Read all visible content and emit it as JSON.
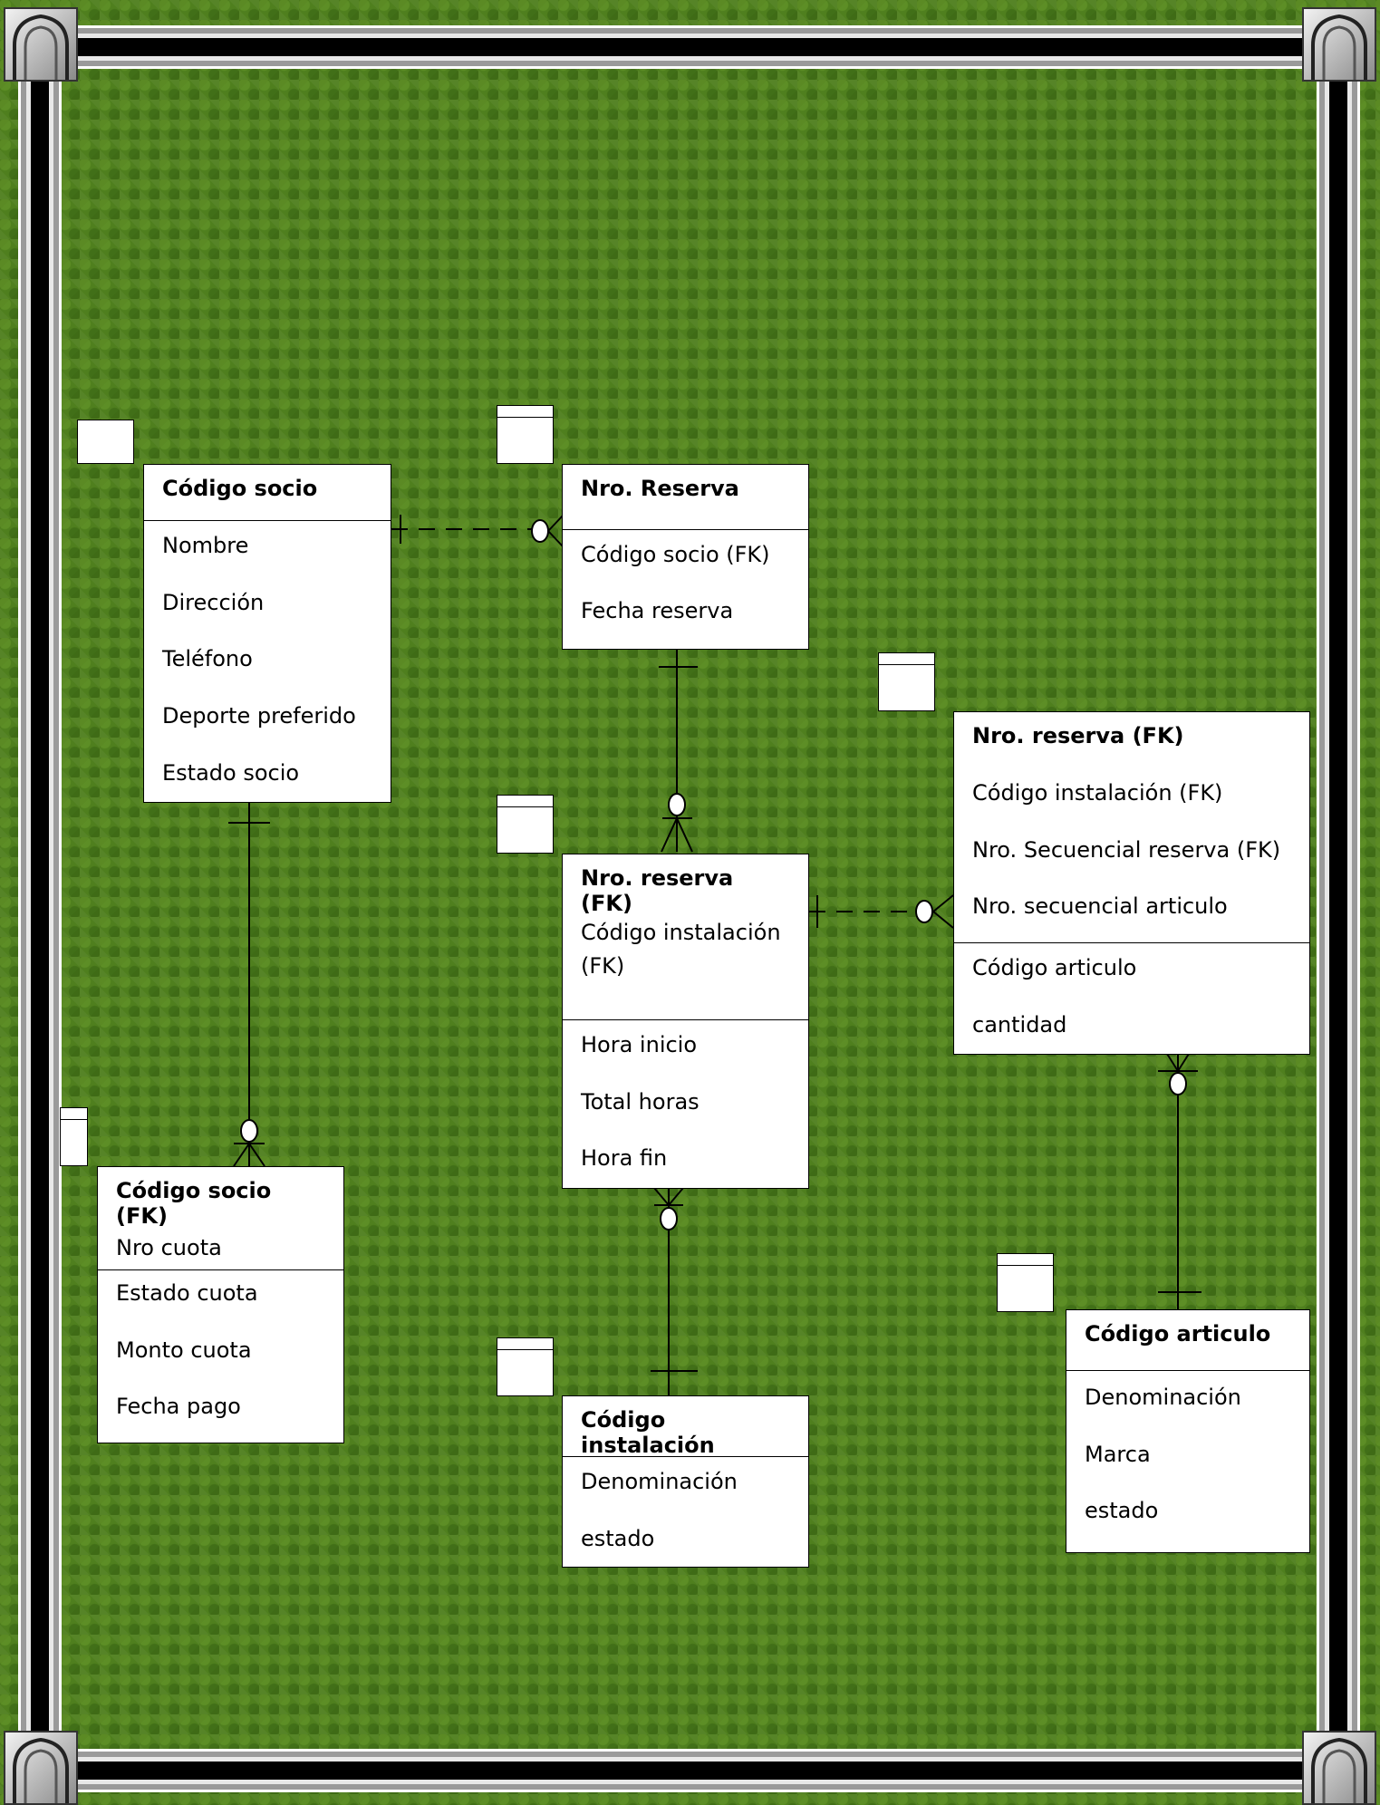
{
  "entities": {
    "socio": {
      "key": "Código socio",
      "attrs": [
        "Nombre",
        "Dirección",
        "Teléfono",
        "Deporte preferido",
        "Estado socio"
      ]
    },
    "reserva": {
      "key": "Nro. Reserva",
      "attrs": [
        "Código socio (FK)",
        "Fecha reserva"
      ]
    },
    "detalle_reserva": {
      "key": "Nro. reserva (FK)",
      "key_attrs": [
        "Código instalación (FK)"
      ],
      "attrs": [
        "Hora inicio",
        "Total horas",
        "Hora fin"
      ]
    },
    "detalle_articulo": {
      "key": "Nro. reserva (FK)",
      "key_attrs": [
        "Código instalación (FK)",
        "Nro. Secuencial reserva (FK)",
        "Nro. secuencial articulo"
      ],
      "attrs": [
        "Código articulo",
        "cantidad"
      ]
    },
    "cuota": {
      "key": "Código socio (FK)",
      "key_attrs": [
        "Nro cuota"
      ],
      "attrs": [
        "Estado cuota",
        "Monto cuota",
        "Fecha pago"
      ]
    },
    "instalacion": {
      "key": "Código instalación",
      "attrs": [
        "Denominación",
        "estado"
      ]
    },
    "articulo": {
      "key": "Código articulo",
      "attrs": [
        "Denominación",
        "Marca",
        "estado"
      ]
    }
  },
  "colors": {
    "background": "#4f7f1e",
    "entity_fill": "#ffffff",
    "line": "#000000"
  }
}
